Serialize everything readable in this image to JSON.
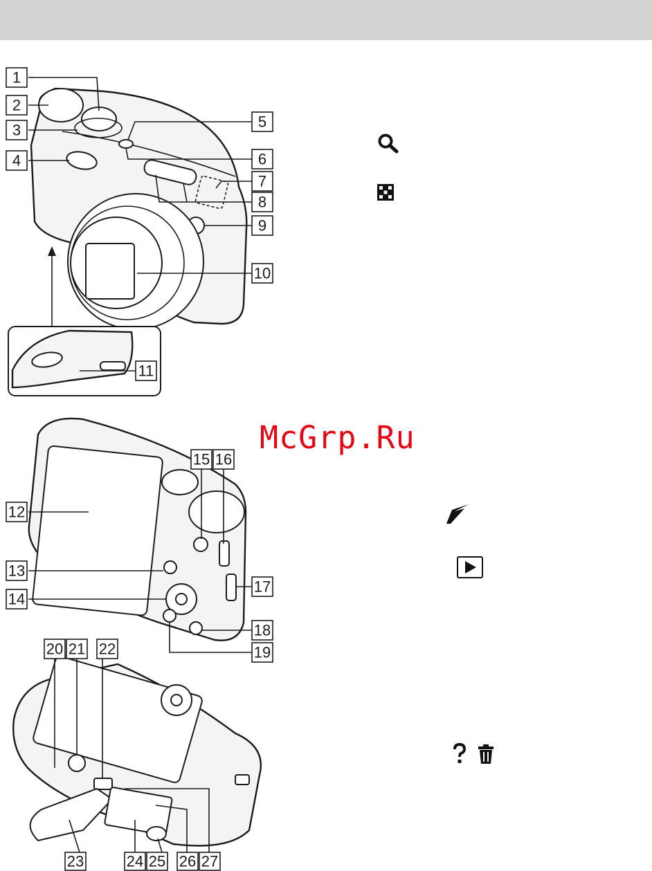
{
  "watermark": "McGrp.Ru",
  "callouts": [
    "1",
    "2",
    "3",
    "4",
    "5",
    "6",
    "7",
    "8",
    "9",
    "10",
    "11",
    "12",
    "13",
    "14",
    "15",
    "16",
    "17",
    "18",
    "19",
    "20",
    "21",
    "22",
    "23",
    "24",
    "25",
    "26",
    "27"
  ],
  "icons": {
    "zoom_in": "magnifier-icon",
    "index": "grid-index-icon",
    "nfc": "n-mark-icon",
    "playback": "play-icon",
    "help": "question-icon",
    "delete": "trash-icon"
  }
}
